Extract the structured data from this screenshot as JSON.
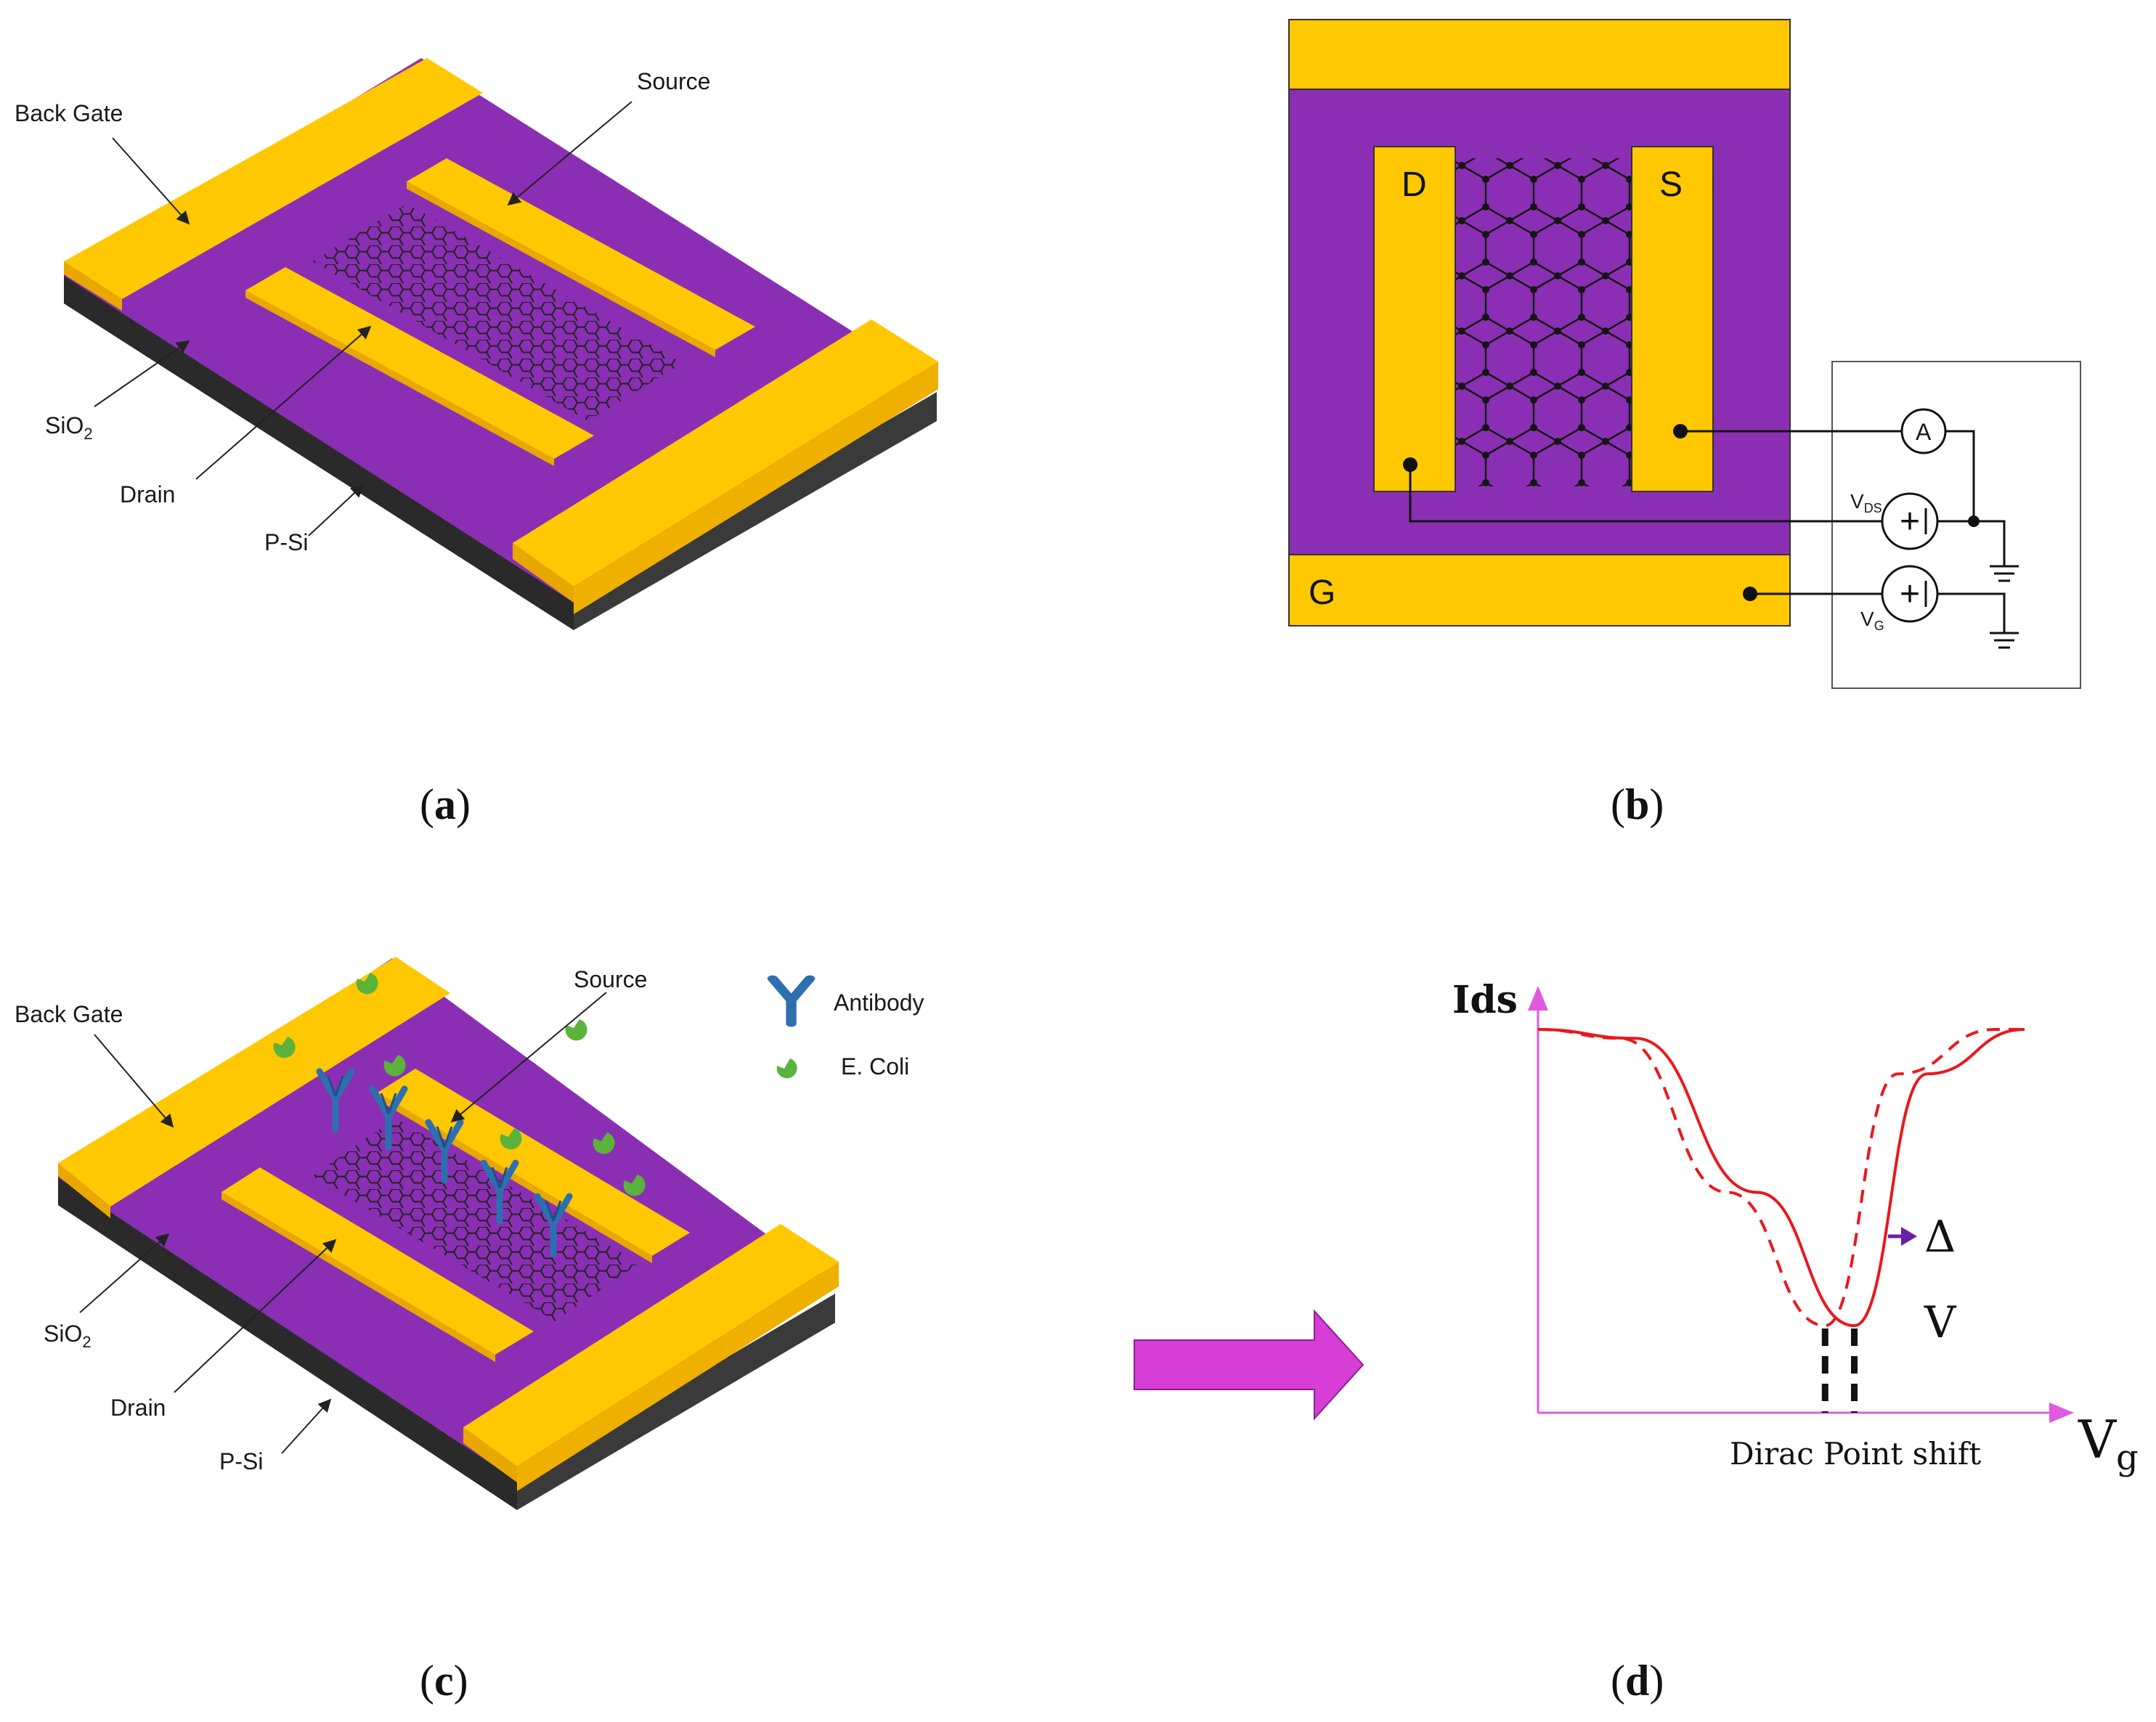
{
  "colors": {
    "gold": "#FFC800",
    "gold_dark": "#E8A800",
    "purple": "#8A2FB4",
    "silicon": "#3A3A3A",
    "graphene": "#222222",
    "antibody": "#2E6FB0",
    "ecoli": "#5BB33C",
    "curve": "#E8191E",
    "axis": "#E05AE0",
    "arrow": "#D63ED6",
    "shift_arrow": "#6A1FA0"
  },
  "panel_a": {
    "caption": "a",
    "labels": {
      "back_gate": "Back Gate",
      "source": "Source",
      "sio2": "SiO",
      "sio2_sub": "2",
      "drain": "Drain",
      "psi": "P-Si"
    }
  },
  "panel_b": {
    "caption": "b",
    "labels": {
      "drain": "D",
      "source": "S",
      "gate": "G",
      "ammeter": "A",
      "vds": "V",
      "vds_sub": "DS",
      "vg": "V",
      "vg_sub": "G",
      "plus": "+"
    }
  },
  "panel_c": {
    "caption": "c",
    "labels": {
      "back_gate": "Back Gate",
      "source": "Source",
      "sio2": "SiO",
      "sio2_sub": "2",
      "drain": "Drain",
      "psi": "P-Si"
    },
    "legend": {
      "antibody": "Antibody",
      "ecoli": "E. Coli"
    },
    "icons": [
      "antibody-icon",
      "ecoli-icon"
    ]
  },
  "panel_d": {
    "caption": "d",
    "labels": {
      "ylabel": "Ids",
      "xlabel": "V",
      "xlabel_sub": "g",
      "delta": "Δ",
      "delta_v": "V",
      "dirac": "Dirac Point shift"
    }
  },
  "chart_data": {
    "type": "line",
    "title": "",
    "xlabel": "Vg",
    "ylabel": "Ids",
    "series": [
      {
        "x": [
          0.0,
          0.2,
          0.45,
          0.65,
          0.8,
          1.0
        ],
        "values": [
          1.0,
          0.97,
          0.45,
          0.0,
          0.85,
          1.0
        ]
      },
      {
        "x": [
          0.0,
          0.17,
          0.39,
          0.59,
          0.74,
          0.94,
          1.0
        ],
        "values": [
          1.0,
          0.97,
          0.45,
          0.0,
          0.85,
          1.0,
          1.0
        ]
      }
    ],
    "annotations": [
      "Dirac Point shift",
      "ΔV"
    ]
  }
}
